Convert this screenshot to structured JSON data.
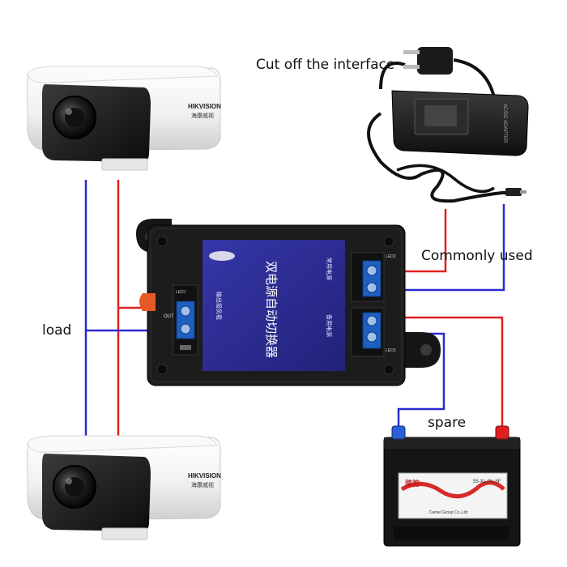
{
  "labels": {
    "cut_off": "Cut off the interface",
    "commonly_used": "Commonly used",
    "load": "load",
    "spare": "spare"
  },
  "camera": {
    "brand": "HIKVISION",
    "brand_cn": "海康威视"
  },
  "switcher": {
    "title_cn": "双电源自动切换器",
    "left_caption_1": "输出接负载",
    "left_caption_2": "OUT",
    "right_top_caption": "常用电源",
    "right_bottom_caption": "备用电源",
    "led_labels": [
      "LED1",
      "LED2",
      "LED3"
    ]
  },
  "adapter": {
    "label_text": "AC/DC ADAPTER"
  },
  "battery": {
    "brand_cn": "骆驼",
    "model": "55-XL-RL.5F",
    "maker": "Camel Group Co.,Ltd"
  },
  "colors": {
    "positive_wire": "#e02020",
    "negative_wire": "#2a2ad0",
    "module_panel": "#2e2e9a",
    "module_body": "#1c1c1c",
    "terminal_blue": "#1f5fc0"
  }
}
